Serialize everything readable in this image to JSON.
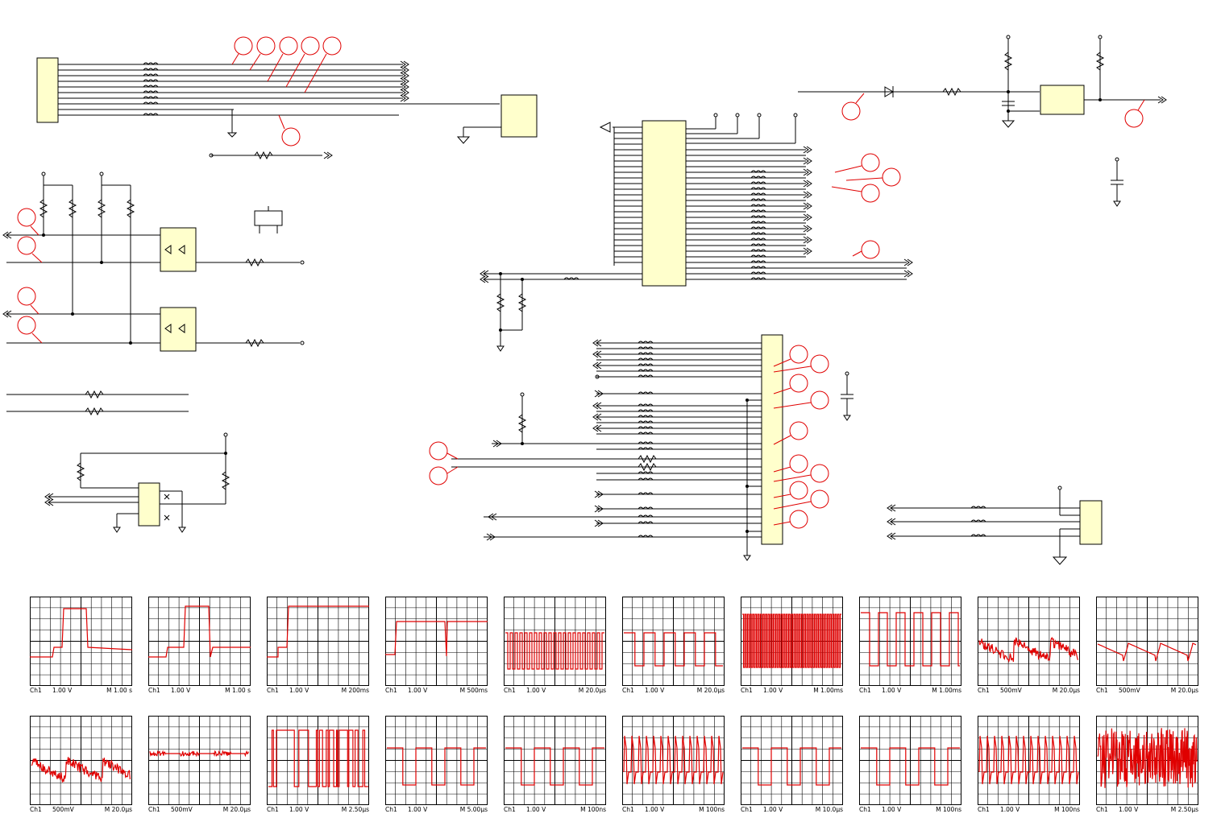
{
  "accent_color": "#e00000",
  "ic_fill": "#ffffcc",
  "waveforms": [
    {
      "channel": "Ch1",
      "volts": "1.00 V",
      "time": "M 1.00 s",
      "shape": "pulse_wide"
    },
    {
      "channel": "Ch1",
      "volts": "1.00 V",
      "time": "M 1.00 s",
      "shape": "pulse_narrow"
    },
    {
      "channel": "Ch1",
      "volts": "1.00 V",
      "time": "M 200ms",
      "shape": "step_up"
    },
    {
      "channel": "Ch1",
      "volts": "1.00 V",
      "time": "M 500ms",
      "shape": "high_dip"
    },
    {
      "channel": "Ch1",
      "volts": "1.00 V",
      "time": "M 20.0µs",
      "shape": "square_burst"
    },
    {
      "channel": "Ch1",
      "volts": "1.00 V",
      "time": "M 20.0µs",
      "shape": "square_slow"
    },
    {
      "channel": "Ch1",
      "volts": "1.00 V",
      "time": "M 1.00ms",
      "shape": "square_dense"
    },
    {
      "channel": "Ch1",
      "volts": "1.00 V",
      "time": "M 1.00ms",
      "shape": "square_mid"
    },
    {
      "channel": "Ch1",
      "volts": "500mV",
      "time": "M 20.0µs",
      "shape": "noisy_saw"
    },
    {
      "channel": "Ch1",
      "volts": "500mV",
      "time": "M 20.0µs",
      "shape": "saw"
    },
    {
      "channel": "Ch1",
      "volts": "500mV",
      "time": "M 20.0µs",
      "shape": "noisy_saw"
    },
    {
      "channel": "Ch1",
      "volts": "500mV",
      "time": "M 20.0µs",
      "shape": "noisy_flat"
    },
    {
      "channel": "Ch1",
      "volts": "1.00 V",
      "time": "M 2.50µs",
      "shape": "digital_burst"
    },
    {
      "channel": "Ch1",
      "volts": "1.00 V",
      "time": "M 5.00µs",
      "shape": "square_slow2"
    },
    {
      "channel": "Ch1",
      "volts": "1.00 V",
      "time": "M 100ns",
      "shape": "square_slow2"
    },
    {
      "channel": "Ch1",
      "volts": "1.00 V",
      "time": "M 100ns",
      "shape": "spikes"
    },
    {
      "channel": "Ch1",
      "volts": "1.00 V",
      "time": "M 10.0µs",
      "shape": "square_slow2"
    },
    {
      "channel": "Ch1",
      "volts": "1.00 V",
      "time": "M 100ns",
      "shape": "square_slow2"
    },
    {
      "channel": "Ch1",
      "volts": "1.00 V",
      "time": "M 100ns",
      "shape": "spikes"
    },
    {
      "channel": "Ch1",
      "volts": "1.00 V",
      "time": "M 2.50µs",
      "shape": "noise_full"
    }
  ]
}
